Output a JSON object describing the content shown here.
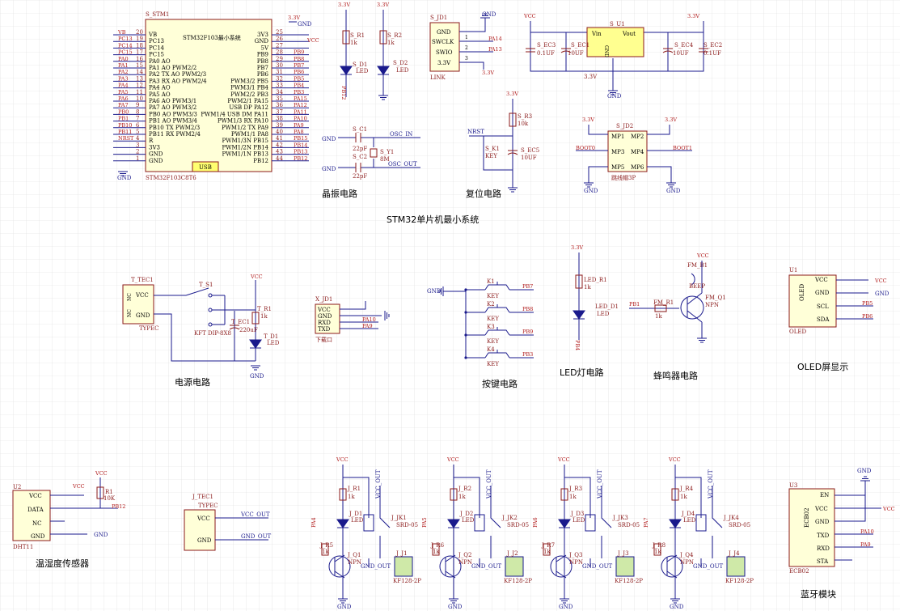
{
  "sections": {
    "crystal": "晶振电路",
    "reset": "复位电路",
    "title": "STM32单片机最小系统",
    "power": "电源电路",
    "keys": "按键电路",
    "led": "LED灯电路",
    "buzzer": "蜂鸣器电路",
    "oled": "OLED屏显示",
    "dht": "温湿度传感器",
    "bt": "蓝牙模块"
  },
  "mcu": {
    "ref": "S_STM1",
    "name": "STM32F103最小系统",
    "part": "STM32F103C8T6",
    "usb": "USB",
    "left_pins": [
      {
        "net": "VB",
        "num": "20",
        "fn": "VB"
      },
      {
        "net": "PC13",
        "num": "19",
        "fn": "PC13"
      },
      {
        "net": "PC14",
        "num": "18",
        "fn": "PC14"
      },
      {
        "net": "PC15",
        "num": "17",
        "fn": "PC15"
      },
      {
        "net": "PA0",
        "num": "16",
        "fn": "PA0 AO"
      },
      {
        "net": "PA1",
        "num": "15",
        "fn": "PA1 AO PWM2/2"
      },
      {
        "net": "PA2",
        "num": "14",
        "fn": "PA2 TX AO PWM2/3"
      },
      {
        "net": "PA3",
        "num": "13",
        "fn": "PA3 RX AO PWM2/4"
      },
      {
        "net": "PA4",
        "num": "12",
        "fn": "PA4 AO"
      },
      {
        "net": "PA5",
        "num": "11",
        "fn": "PA5 AO"
      },
      {
        "net": "PA6",
        "num": "10",
        "fn": "PA6 AO PWM3/1"
      },
      {
        "net": "PA7",
        "num": "9",
        "fn": "PA7 AO PWM3/2"
      },
      {
        "net": "PB0",
        "num": "8",
        "fn": "PB0 AO PWM3/3"
      },
      {
        "net": "PB1",
        "num": "7",
        "fn": "PB1 AO PWM3/4"
      },
      {
        "net": "PB10",
        "num": "6",
        "fn": "PB10 TX PWM2/3"
      },
      {
        "net": "PB11",
        "num": "5",
        "fn": "PB11 RX PWM2/4"
      },
      {
        "net": "NRST",
        "num": "4",
        "fn": "R"
      },
      {
        "net": "",
        "num": "3",
        "fn": "3V3"
      },
      {
        "net": "",
        "num": "2",
        "fn": "GND"
      },
      {
        "net": "",
        "num": "1",
        "fn": "GND"
      }
    ],
    "right_pins": [
      {
        "num": "25",
        "fn": "3V3",
        "net": ""
      },
      {
        "num": "26",
        "fn": "GND",
        "net": ""
      },
      {
        "num": "27",
        "fn": "5V",
        "net": ""
      },
      {
        "num": "28",
        "fn": "PB9",
        "net": "PB9"
      },
      {
        "num": "29",
        "fn": "PB8",
        "net": "PB8"
      },
      {
        "num": "30",
        "fn": "PB7",
        "net": "PB7"
      },
      {
        "num": "31",
        "fn": "PB6",
        "net": "PB6"
      },
      {
        "num": "32",
        "fn": "PWM3/2 PB5",
        "net": "PB5"
      },
      {
        "num": "33",
        "fn": "PWM3/1 PB4",
        "net": "PB4"
      },
      {
        "num": "34",
        "fn": "PWM2/2 PB3",
        "net": "PB3"
      },
      {
        "num": "35",
        "fn": "PWM2/1 PA15",
        "net": "PA15"
      },
      {
        "num": "36",
        "fn": "USB DP PA12",
        "net": "PA12"
      },
      {
        "num": "37",
        "fn": "PWM1/4 USB DM PA11",
        "net": "PA11"
      },
      {
        "num": "38",
        "fn": "PWM1/3 RX PA10",
        "net": "PA10"
      },
      {
        "num": "39",
        "fn": "PWM1/2 TX PA9",
        "net": "PA9"
      },
      {
        "num": "40",
        "fn": "PWM1/1 PA8",
        "net": "PA8"
      },
      {
        "num": "41",
        "fn": "PWM1/3N PB15",
        "net": "PB15"
      },
      {
        "num": "42",
        "fn": "PWM1/2N PB14",
        "net": "PB14"
      },
      {
        "num": "43",
        "fn": "PWM1/1N PB13",
        "net": "PB13"
      },
      {
        "num": "44",
        "fn": "PB12",
        "net": "PB12"
      }
    ]
  },
  "labels": {
    "gnd": "GND",
    "vcc": "VCC",
    "v33": "3.3V",
    "pb12": "PB12",
    "pb13": "PB13",
    "pb7": "PB7",
    "pb8": "PB8",
    "pb9": "PB9",
    "pb3": "PB3",
    "pb5": "PB5",
    "pb6": "PB6",
    "pa9": "PA9",
    "pa10": "PA10",
    "pa13": "PA13",
    "pa14": "PA14",
    "pa5": "PA5",
    "pa4": "PA4",
    "pa3": "PA3",
    "pa7": "PA7",
    "pb1": "PB1",
    "pb4": "PB4",
    "pb11": "PB11",
    "pb15": "PB15",
    "pb14": "PB14",
    "r1": "S_R1",
    "r2": "S_R2",
    "r1v": "1k",
    "r2v": "1k",
    "d1": "S_D1",
    "d2": "S_D2",
    "led": "LED",
    "jd1": "S_JD1",
    "swclk": "SWCLK",
    "swio": "SWIO",
    "link": "LINK",
    "c1": "S_C1",
    "c2": "S_C2",
    "c1v": "22pF",
    "c2v": "22pF",
    "y1": "S_Y1",
    "y1v": "8M",
    "oscin": "OSC_IN",
    "oscout": "OSC_OUT",
    "r3": "S_R3",
    "r3v": "10k",
    "nrst": "NRST",
    "k1": "S_K1",
    "key": "KEY",
    "ec5": "S_EC5",
    "ec5v": "10UF",
    "u1": "S_U1",
    "vin": "Vin",
    "vout": "Vout",
    "ec3": "S_EC3",
    "ec3v": "0.1UF",
    "ec1": "S_EC1",
    "ec1v": "10UF",
    "ec4": "S_EC4",
    "ec4v": "10UF",
    "ec2": "S_EC2",
    "ec2v": "0.1UF",
    "jd2": "S_JD2",
    "mp1": "MP1",
    "mp2": "MP2",
    "mp3": "MP3",
    "mp4": "MP4",
    "mp5": "MP5",
    "mp6": "MP6",
    "boot0": "BOOT0",
    "boot1": "BOOT1",
    "jumper": "跳线帽3P",
    "ttec": "T_TEC1",
    "ttecp": "TYPEC",
    "nc": "NC",
    "ts1": "T_S1",
    "tsv": "KFT DIP-8X8",
    "tec1": "T_EC1",
    "tec1v": "220uF",
    "tr1": "T_R1",
    "tr1v": "1k",
    "td1": "T_D1",
    "xjd": "X_JD1",
    "rxd": "RXD",
    "txd": "TXD",
    "dl": "下载口",
    "kk1": "K1",
    "kk2": "K2",
    "kk3": "K3",
    "kk4": "K4",
    "ledr1": "LED_R1",
    "ledr1v": "1k",
    "ledd1": "LED_D1",
    "fmb1": "FM_B1",
    "bee": "BEEP",
    "fmr1": "FM_R1",
    "fmr1v": "1k",
    "fmq1": "FM_Q1",
    "npn": "NPN",
    "u1o": "U1",
    "oled": "OLED",
    "scl": "SCL",
    "sda": "SDA",
    "u2": "U2",
    "data": "DATA",
    "dht11": "DHT11",
    "r1d": "R1",
    "r1dv": "10K",
    "jtec": "J_TEC1",
    "vccout": "VCC_OUT",
    "gndout": "GND_OUT",
    "u3": "U3",
    "en": "EN",
    "sta": "STA",
    "ecb": "ECB02",
    "srd": "SRD-05",
    "kf": "KF128-2P"
  },
  "relays": [
    {
      "r": "J_R1",
      "d": "J_D1",
      "jk": "J_JK1",
      "q": "J_Q1",
      "r5": "J_R5",
      "j": "J_J1",
      "in": "PA4"
    },
    {
      "r": "J_R2",
      "d": "J_D2",
      "jk": "J_JK2",
      "q": "J_Q2",
      "r5": "J_R6",
      "j": "J_J2",
      "in": "PA5"
    },
    {
      "r": "J_R3",
      "d": "J_D3",
      "jk": "J_JK3",
      "q": "J_Q3",
      "r5": "J_R7",
      "j": "J_J3",
      "in": "PA6"
    },
    {
      "r": "J_R4",
      "d": "J_D4",
      "jk": "J_JK4",
      "q": "J_Q4",
      "r5": "J_R8",
      "j": "J_J4",
      "in": "PA7"
    }
  ]
}
